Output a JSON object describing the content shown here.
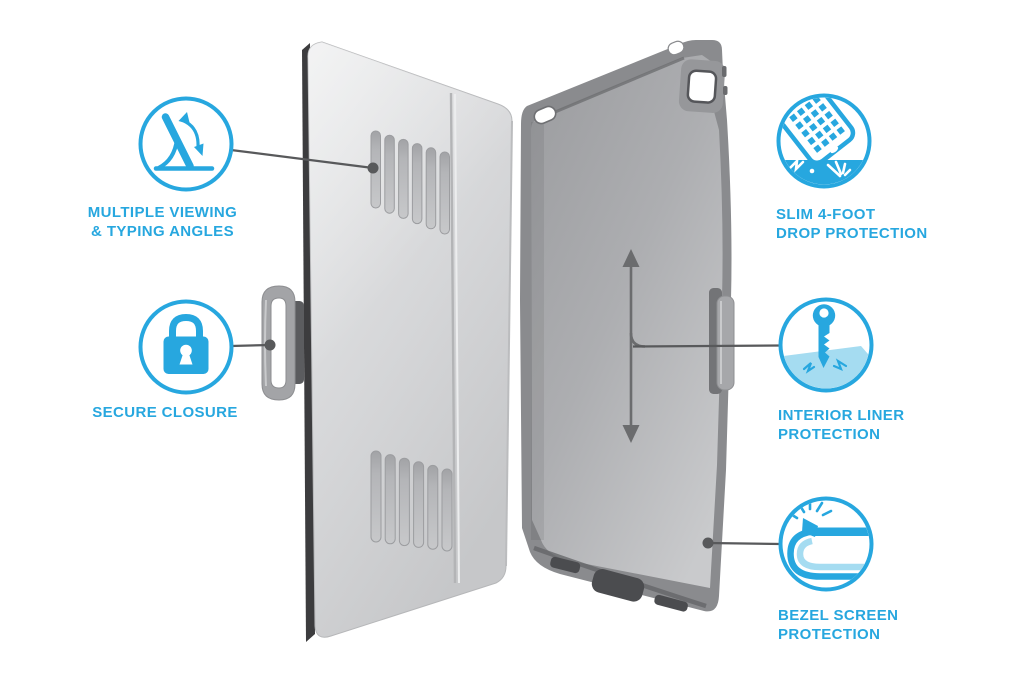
{
  "colors": {
    "accent": "#27A7DF",
    "accent_light": "#A5DCF1",
    "connector": "#58595B",
    "arrow": "#6B6C6E",
    "cover_gray": "#D5D6D8",
    "shell_gray": "#A8A9AC"
  },
  "product": {
    "name": "open folio tablet case",
    "view": "feature callout diagram"
  },
  "features": [
    {
      "id": "multiple-viewing-typing-angles",
      "icon": "stand-angle-icon",
      "lines": [
        "MULTIPLE VIEWING",
        "& TYPING ANGLES"
      ]
    },
    {
      "id": "secure-closure",
      "icon": "lock-icon",
      "lines": [
        "SECURE CLOSURE"
      ]
    },
    {
      "id": "slim-drop-protection",
      "icon": "drop-impact-icon",
      "lines": [
        "SLIM 4-FOOT",
        "DROP PROTECTION"
      ]
    },
    {
      "id": "interior-liner-protection",
      "icon": "key-impact-icon",
      "lines": [
        "INTERIOR LINER",
        "PROTECTION"
      ]
    },
    {
      "id": "bezel-screen-protection",
      "icon": "bezel-edge-icon",
      "lines": [
        "BEZEL SCREEN",
        "PROTECTION"
      ]
    }
  ]
}
